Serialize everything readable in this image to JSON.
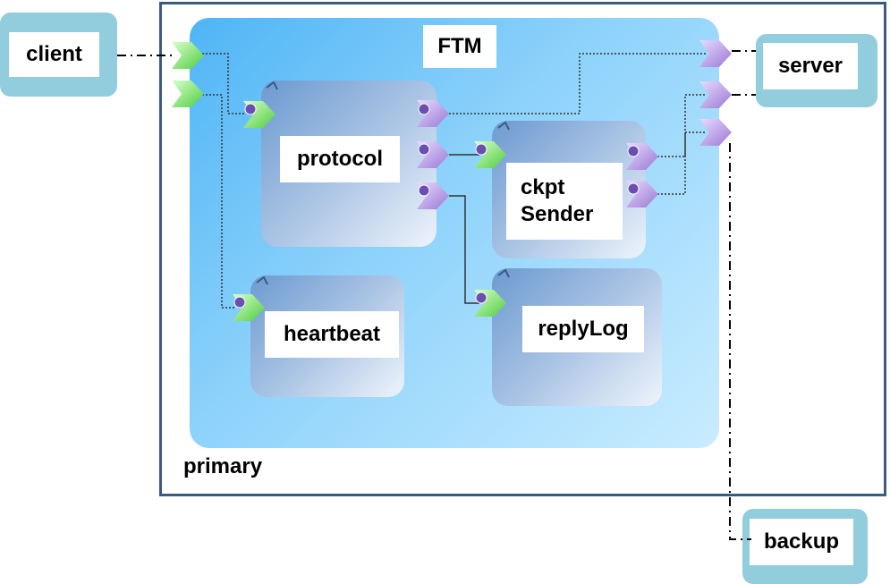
{
  "diagram": {
    "primary_label": "primary",
    "ftm_label": "FTM",
    "nodes": {
      "client": "client",
      "server": "server",
      "backup": "backup"
    },
    "components": {
      "protocol": "protocol",
      "ckpt_line1": "ckpt",
      "ckpt_line2": "Sender",
      "heartbeat": "heartbeat",
      "replylog": "replyLog"
    },
    "colors": {
      "node_border": "#92cddd",
      "frame_border": "#3b5a80",
      "ftm_fill": "#4fb5f5",
      "component_fill": "#6c9ad0",
      "provided_port": "#7ee36e",
      "required_port": "#b99be3"
    }
  }
}
